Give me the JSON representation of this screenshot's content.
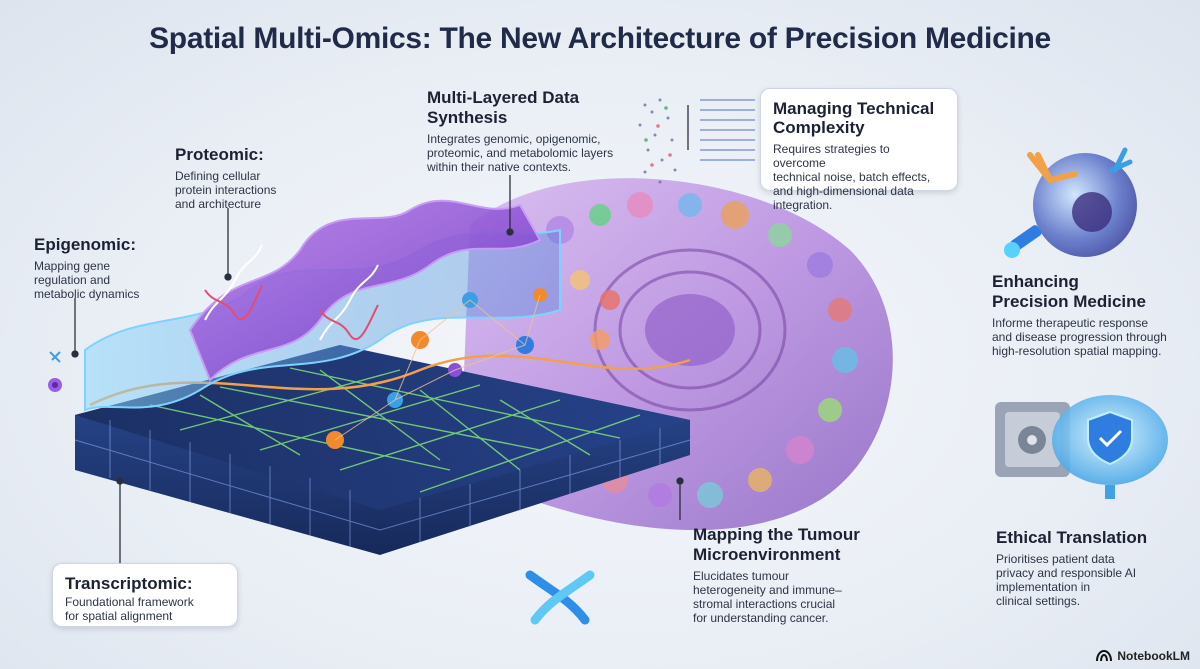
{
  "title": "Spatial Multi-Omics: The New Architecture of Precision Medicine",
  "labels": {
    "proteomic": {
      "heading": "Proteomic:",
      "body": [
        "Defining cellular",
        "protein interactions",
        "and architecture"
      ]
    },
    "epigenomic": {
      "heading": "Epigenomic:",
      "body": [
        "Mapping gene",
        "regulation and",
        "metabolic dynamics"
      ]
    },
    "multi_layered": {
      "heading": [
        "Multi-Layered Data",
        "Synthesis"
      ],
      "body": [
        "Integrates genomic, opigenomic,",
        "proteomic, and metabolomic layers",
        "within their native contexts."
      ]
    },
    "technical": {
      "heading": [
        "Managing Technical",
        "Complexity"
      ],
      "body": [
        "Requires strategies to overcome",
        "technical noise, batch effects,",
        "and high-dimensional data",
        "integration."
      ]
    },
    "precision": {
      "heading": [
        "Enhancing",
        "Precision Medicine"
      ],
      "body": [
        "Informe therapeutic response",
        "and disease progression through",
        "high-resolution spatial mapping."
      ]
    },
    "transcriptomic": {
      "heading": "Transcriptomic:",
      "body": [
        "Foundational framework",
        "for spatial alignment"
      ]
    },
    "tumour": {
      "heading": [
        "Mapping the Tumour",
        "Microenvironment"
      ],
      "body": [
        "Elucidates tumour",
        "heterogeneity and immune–",
        "stromal interactions crucial",
        "for understanding cancer."
      ]
    },
    "ethical": {
      "heading": "Ethical Translation",
      "body": [
        "Prioritises patient data",
        "privacy and responsible AI",
        "implementation in",
        "clinical settings."
      ]
    }
  },
  "brand": {
    "name": "NotebookLM",
    "icon": "notebooklm-icon"
  },
  "icons": [
    "dna-icon",
    "protein-icon",
    "cell-icon",
    "antibody-icon",
    "syringe-icon",
    "safe-icon",
    "brain-shield-icon",
    "x-logo-icon"
  ],
  "colors": {
    "title": "#1f2b48",
    "proteomic_layer": "#9b5de5",
    "epigenomic_layer": "#6ec3f4",
    "grid": "#7ee07a",
    "cell_tissue": "#c9a5e8",
    "accent": "#2f7de1"
  }
}
